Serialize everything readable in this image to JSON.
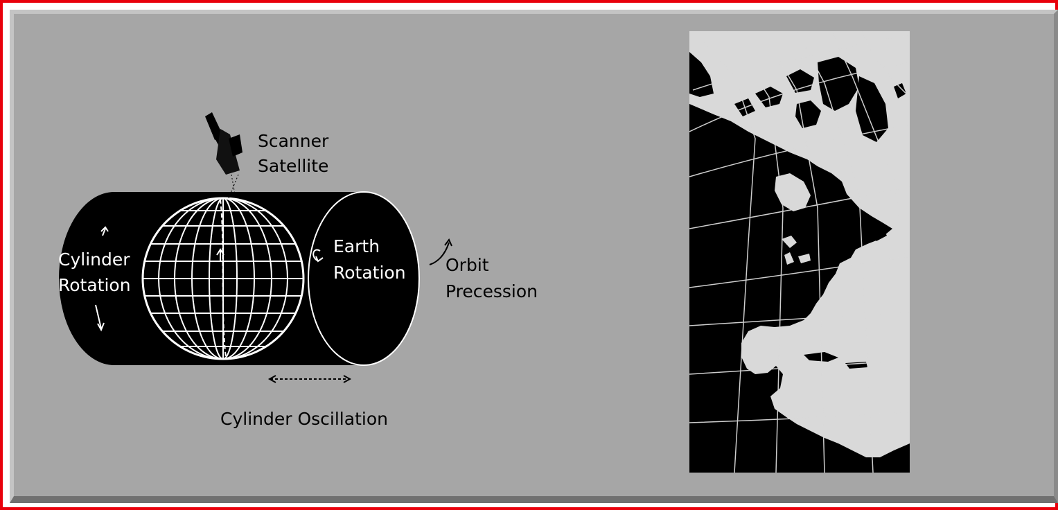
{
  "diagram": {
    "labels": {
      "scanner": "Scanner",
      "satellite": "Satellite",
      "cylinder": "Cylinder",
      "cylinder_rotation": "Rotation",
      "earth": "Earth",
      "earth_rotation": "Rotation",
      "orbit": "Orbit",
      "precession": "Precession",
      "oscillation": "Cylinder Oscillation"
    }
  },
  "colors": {
    "frame_border": "#e8000b",
    "panel_background": "#a6a6a6",
    "ink": "#000000",
    "land": "#000000",
    "water": "#d9d9d9"
  }
}
